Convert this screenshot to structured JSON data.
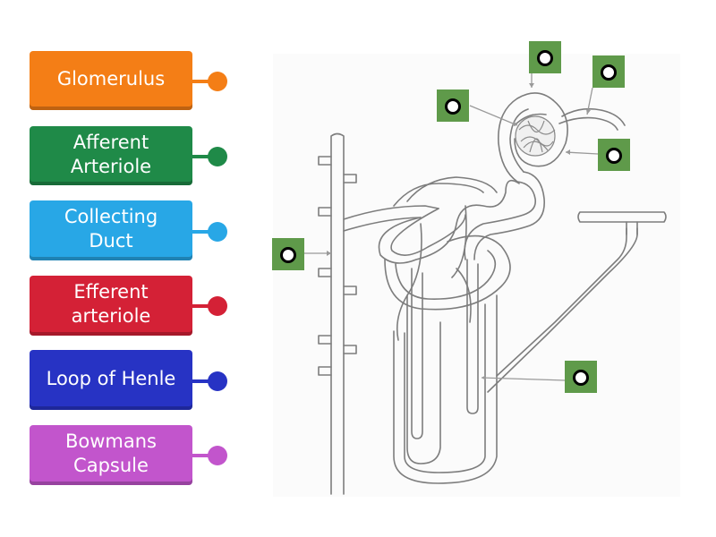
{
  "labels": [
    {
      "text": "Glomerulus",
      "color": "#f47e16"
    },
    {
      "text": "Afferent\nArteriole",
      "color": "#1f8a48"
    },
    {
      "text": "Collecting\nDuct",
      "color": "#28a7e6"
    },
    {
      "text": "Efferent\narteriole",
      "color": "#d42136"
    },
    {
      "text": "Loop of Henle",
      "color": "#2733c4"
    },
    {
      "text": "Bowmans\nCapsule",
      "color": "#c255cc"
    }
  ],
  "dropzone_color": "#5f9a4a"
}
